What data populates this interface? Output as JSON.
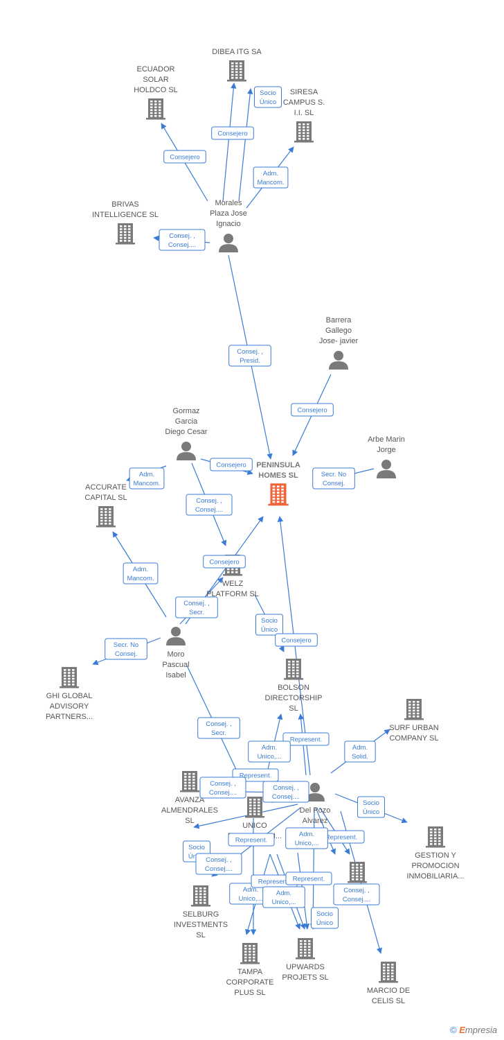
{
  "colors": {
    "edge": "#3a7bd5",
    "company": "#7a7a7a",
    "main": "#f0643c",
    "person": "#7a7a7a",
    "text": "#555555"
  },
  "footer": {
    "copyright": "©",
    "brand_initial": "E",
    "brand_rest": "mpresia"
  },
  "nodes": [
    {
      "id": "dibea",
      "type": "company",
      "lines": [
        "DIBEA ITG SA"
      ]
    },
    {
      "id": "ecuador",
      "type": "company",
      "lines": [
        "ECUADOR",
        "SOLAR",
        "HOLDCO  SL"
      ]
    },
    {
      "id": "siresa",
      "type": "company",
      "lines": [
        "SIRESA",
        "CAMPUS S.",
        "I.I.  SL"
      ]
    },
    {
      "id": "brivas",
      "type": "company",
      "lines": [
        "BRIVAS",
        "INTELLIGENCE SL"
      ]
    },
    {
      "id": "morales",
      "type": "person",
      "lines": [
        "Morales",
        "Plaza Jose",
        "Ignacio"
      ]
    },
    {
      "id": "barrera",
      "type": "person",
      "lines": [
        "Barrera",
        "Gallego",
        "Jose- javier"
      ]
    },
    {
      "id": "gormaz",
      "type": "person",
      "lines": [
        "Gormaz",
        "Garcia",
        "Diego Cesar"
      ]
    },
    {
      "id": "arbe",
      "type": "person",
      "lines": [
        "Arbe Marin",
        "Jorge"
      ]
    },
    {
      "id": "peninsula",
      "type": "main",
      "lines": [
        "PENINSULA",
        "HOMES  SL"
      ]
    },
    {
      "id": "accurate",
      "type": "company",
      "lines": [
        "ACCURATE",
        "CAPITAL  SL"
      ]
    },
    {
      "id": "welz",
      "type": "company",
      "lines": [
        "WELZ",
        "PLATFORM  SL"
      ]
    },
    {
      "id": "moro",
      "type": "person",
      "lines": [
        "Moro",
        "Pascual",
        "Isabel"
      ]
    },
    {
      "id": "ghi",
      "type": "company",
      "lines": [
        "GHI GLOBAL",
        "ADVISORY",
        "PARTNERS..."
      ]
    },
    {
      "id": "bolson",
      "type": "company",
      "lines": [
        "BOLSON",
        "DIRECTORSHIP",
        "SL"
      ]
    },
    {
      "id": "surf",
      "type": "company",
      "lines": [
        "SURF URBAN",
        "COMPANY SL"
      ]
    },
    {
      "id": "avanza",
      "type": "company",
      "lines": [
        "AVANZA",
        "ALMENDRALES",
        "SL"
      ]
    },
    {
      "id": "unico",
      "type": "company",
      "lines": [
        "UNICO",
        "PROMOCION..."
      ]
    },
    {
      "id": "delpozo",
      "type": "person",
      "lines": [
        "Del Pozo",
        "Alvarez"
      ]
    },
    {
      "id": "gestion",
      "type": "company",
      "lines": [
        "GESTION Y",
        "PROMOCION",
        "INMOBILIARIA..."
      ]
    },
    {
      "id": "vh",
      "type": "company",
      "lines": [
        "V...H"
      ]
    },
    {
      "id": "selburg",
      "type": "company",
      "lines": [
        "SELBURG",
        "INVESTMENTS",
        "SL"
      ]
    },
    {
      "id": "tampa",
      "type": "company",
      "lines": [
        "TAMPA",
        "CORPORATE",
        "PLUS  SL"
      ]
    },
    {
      "id": "upwards",
      "type": "company",
      "lines": [
        "UPWARDS",
        "PROJETS  SL"
      ]
    },
    {
      "id": "marcio",
      "type": "company",
      "lines": [
        "MARCIO DE",
        "CELIS  SL"
      ]
    }
  ],
  "edges": [
    {
      "from": "morales",
      "to": "dibea",
      "label": [
        "Consejero"
      ]
    },
    {
      "from": "morales",
      "to": "dibea",
      "label": [
        "Socio",
        "Único"
      ]
    },
    {
      "from": "morales",
      "to": "ecuador",
      "label": [
        "Consejero"
      ]
    },
    {
      "from": "morales",
      "to": "siresa",
      "label": [
        "Adm.",
        "Mancom."
      ]
    },
    {
      "from": "morales",
      "to": "brivas",
      "label": [
        "Consej. ,",
        "Consej...."
      ]
    },
    {
      "from": "morales",
      "to": "peninsula",
      "label": [
        "Consej. ,",
        "Presid."
      ]
    },
    {
      "from": "barrera",
      "to": "peninsula",
      "label": [
        "Consejero"
      ]
    },
    {
      "from": "arbe",
      "to": "peninsula",
      "label": [
        "Secr.  No",
        "Consej."
      ]
    },
    {
      "from": "gormaz",
      "to": "peninsula",
      "label": [
        "Consejero"
      ]
    },
    {
      "from": "gormaz",
      "to": "accurate",
      "label": [
        "Adm.",
        "Mancom."
      ]
    },
    {
      "from": "gormaz",
      "to": "welz",
      "label": [
        "Consej. ,",
        "Consej...."
      ]
    },
    {
      "from": "moro",
      "to": "peninsula",
      "label": [
        "Consejero"
      ]
    },
    {
      "from": "moro",
      "to": "welz",
      "label": [
        "Consej. ,",
        "Secr."
      ]
    },
    {
      "from": "moro",
      "to": "accurate",
      "label": [
        "Adm.",
        "Mancom."
      ]
    },
    {
      "from": "moro",
      "to": "ghi",
      "label": [
        "Secr.  No",
        "Consej."
      ]
    },
    {
      "from": "moro",
      "to": "unico",
      "label": [
        "Consej. ,",
        "Secr."
      ]
    },
    {
      "from": "welz",
      "to": "bolson",
      "label": [
        "Socio",
        "Único"
      ]
    },
    {
      "from": "delpozo",
      "to": "peninsula",
      "label": [
        "Consejero"
      ]
    },
    {
      "from": "delpozo",
      "to": "bolson",
      "label": [
        "Represent."
      ]
    },
    {
      "from": "delpozo",
      "to": "bolson",
      "label": [
        "Adm.",
        "Unico,..."
      ]
    },
    {
      "from": "delpozo",
      "to": "surf",
      "label": [
        "Adm.",
        "Solid."
      ]
    },
    {
      "from": "delpozo",
      "to": "gestion",
      "label": [
        "Socio",
        "Único"
      ]
    },
    {
      "from": "delpozo",
      "to": "unico",
      "label": [
        "Represent."
      ]
    },
    {
      "from": "delpozo",
      "to": "unico",
      "label": [
        "Consej. ,",
        "Consej...."
      ]
    },
    {
      "from": "delpozo",
      "to": "unico",
      "label": [
        "Consej. ,",
        "Consej...."
      ]
    },
    {
      "from": "delpozo",
      "to": "avanza",
      "label": [
        "Socio",
        "Único"
      ]
    },
    {
      "from": "delpozo",
      "to": "selburg",
      "label": [
        "Consej. ,",
        "Consej...."
      ]
    },
    {
      "from": "delpozo",
      "to": "vh",
      "label": [
        "Represent."
      ]
    },
    {
      "from": "delpozo",
      "to": "vh",
      "label": [
        "Adm.",
        "Unico,..."
      ]
    },
    {
      "from": "delpozo",
      "to": "tampa",
      "label": [
        "Represent."
      ]
    },
    {
      "from": "delpozo",
      "to": "tampa",
      "label": [
        "Adm.",
        "Unico,..."
      ]
    },
    {
      "from": "delpozo",
      "to": "upwards",
      "label": [
        "Represent."
      ]
    },
    {
      "from": "delpozo",
      "to": "upwards",
      "label": [
        "Adm.",
        "Unico,..."
      ]
    },
    {
      "from": "delpozo",
      "to": "upwards",
      "label": [
        "Socio",
        "Único"
      ]
    },
    {
      "from": "delpozo",
      "to": "marcio",
      "label": [
        "Consej. ,",
        "Consej...."
      ]
    },
    {
      "from": "delpozo",
      "to": "unico",
      "label": [
        "Represent."
      ]
    }
  ]
}
